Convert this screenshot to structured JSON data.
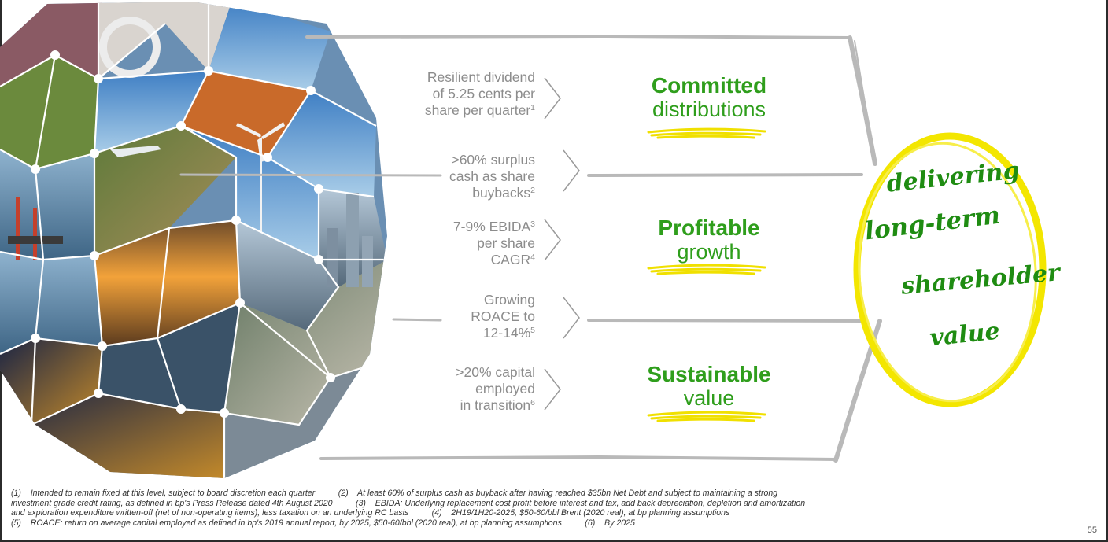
{
  "metrics": [
    {
      "text": "Resilient dividend of 5.25 cents per share per quarter",
      "lines": [
        "Resilient dividend",
        "of 5.25 cents per",
        "share per quarter"
      ],
      "sup": "1"
    },
    {
      "text": ">60% surplus cash as share buybacks",
      "lines": [
        ">60% surplus",
        "cash as share",
        "buybacks"
      ],
      "sup": "2"
    },
    {
      "text": "7-9% EBIDA per share CAGR",
      "line1": "7-9% EBIDA",
      "line1_sup": "3",
      "line2": "per share",
      "line3": "CAGR",
      "line3_sup": "4"
    },
    {
      "text": "Growing ROACE to 12-14%",
      "lines": [
        "Growing",
        "ROACE to",
        "12-14%"
      ],
      "sup": "5"
    },
    {
      "text": ">20% capital employed in transition",
      "lines": [
        ">20% capital",
        "employed",
        "in transition"
      ],
      "sup": "6"
    }
  ],
  "pillars": [
    {
      "strong": "Committed",
      "light": "distributions"
    },
    {
      "strong": "Profitable",
      "light": "growth"
    },
    {
      "strong": "Sustainable",
      "light": "value"
    }
  ],
  "badge": {
    "line1": "delivering",
    "line2": "long-term",
    "line3": "shareholder",
    "line4": "value",
    "ring_color": "#f3e600",
    "text_color": "#1f8c12"
  },
  "footnotes": {
    "line1": "(1)    Intended to remain fixed at this level, subject to board discretion each quarter          (2)    At least 60% of surplus cash as buyback after having reached $35bn Net Debt and subject to maintaining a strong",
    "line2": "investment grade credit rating, as defined in bp's Press Release dated 4th August 2020          (3)    EBIDA: Underlying replacement cost profit before interest and tax, add back depreciation, depletion and amortization",
    "line3": "and exploration expenditure written-off (net of non-operating items), less taxation on an underlying RC basis          (4)    2H19/1H20-2025, $50-60/bbl Brent (2020 real), at bp planning assumptions",
    "line4": "(5)    ROACE: return on average capital employed as defined in bp's 2019 annual report, by 2025, $50-60/bbl (2020 real), at bp planning assumptions          (6)    By 2025"
  },
  "page_number": "55",
  "colors": {
    "accent_green": "#2f9e1c",
    "metric_grey": "#8c8c8c",
    "underline_yellow": "#f0e000"
  }
}
